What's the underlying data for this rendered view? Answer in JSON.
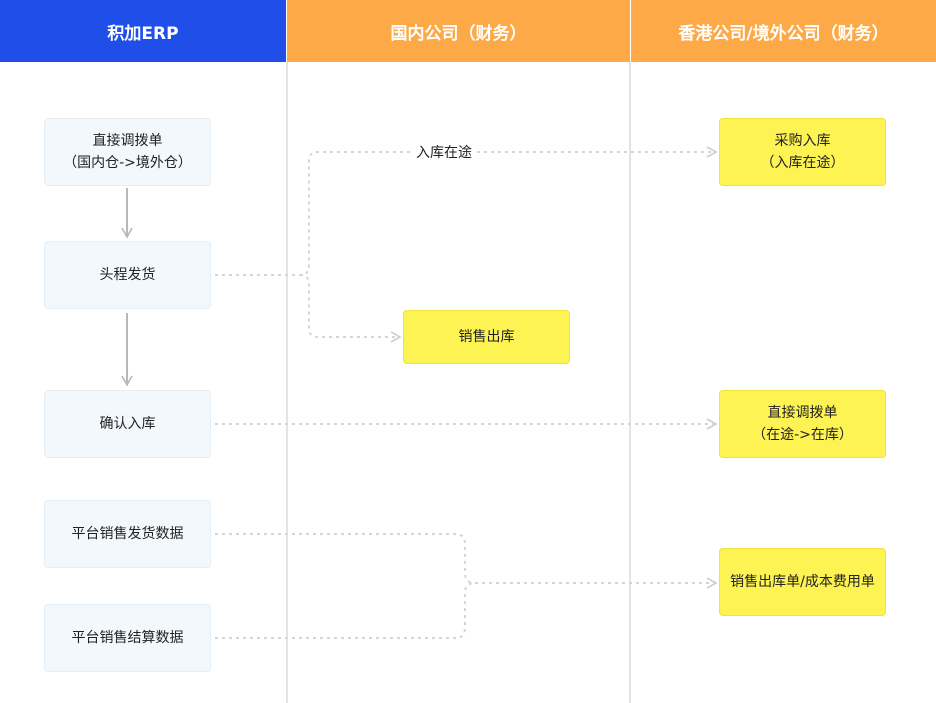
{
  "lanes": {
    "erp": "积加ERP",
    "domestic": "国内公司（财务）",
    "hk": "香港公司/境外公司（财务）"
  },
  "nodes": {
    "direct_transfer": "直接调拨单\n（国内仓->境外仓）",
    "first_leg": "头程发货",
    "confirm_inbound": "确认入库",
    "platform_shipping": "平台销售发货数据",
    "platform_settlement": "平台销售结算数据",
    "sales_outbound": "销售出库",
    "purchase_inbound": "采购入库\n（入库在途）",
    "hk_direct_transfer": "直接调拨单\n（在途->在库）",
    "sales_cost_doc": "销售出库单/成本费用单"
  },
  "edge_labels": {
    "in_transit": "入库在途"
  },
  "colors": {
    "erp_header": "#1f4ee8",
    "finance_header": "#fda947",
    "erp_box": "#f3f8fd",
    "finance_box": "#fdf352",
    "arrow_solid": "#b8b8b8",
    "arrow_dashed": "#d5d5d5"
  }
}
